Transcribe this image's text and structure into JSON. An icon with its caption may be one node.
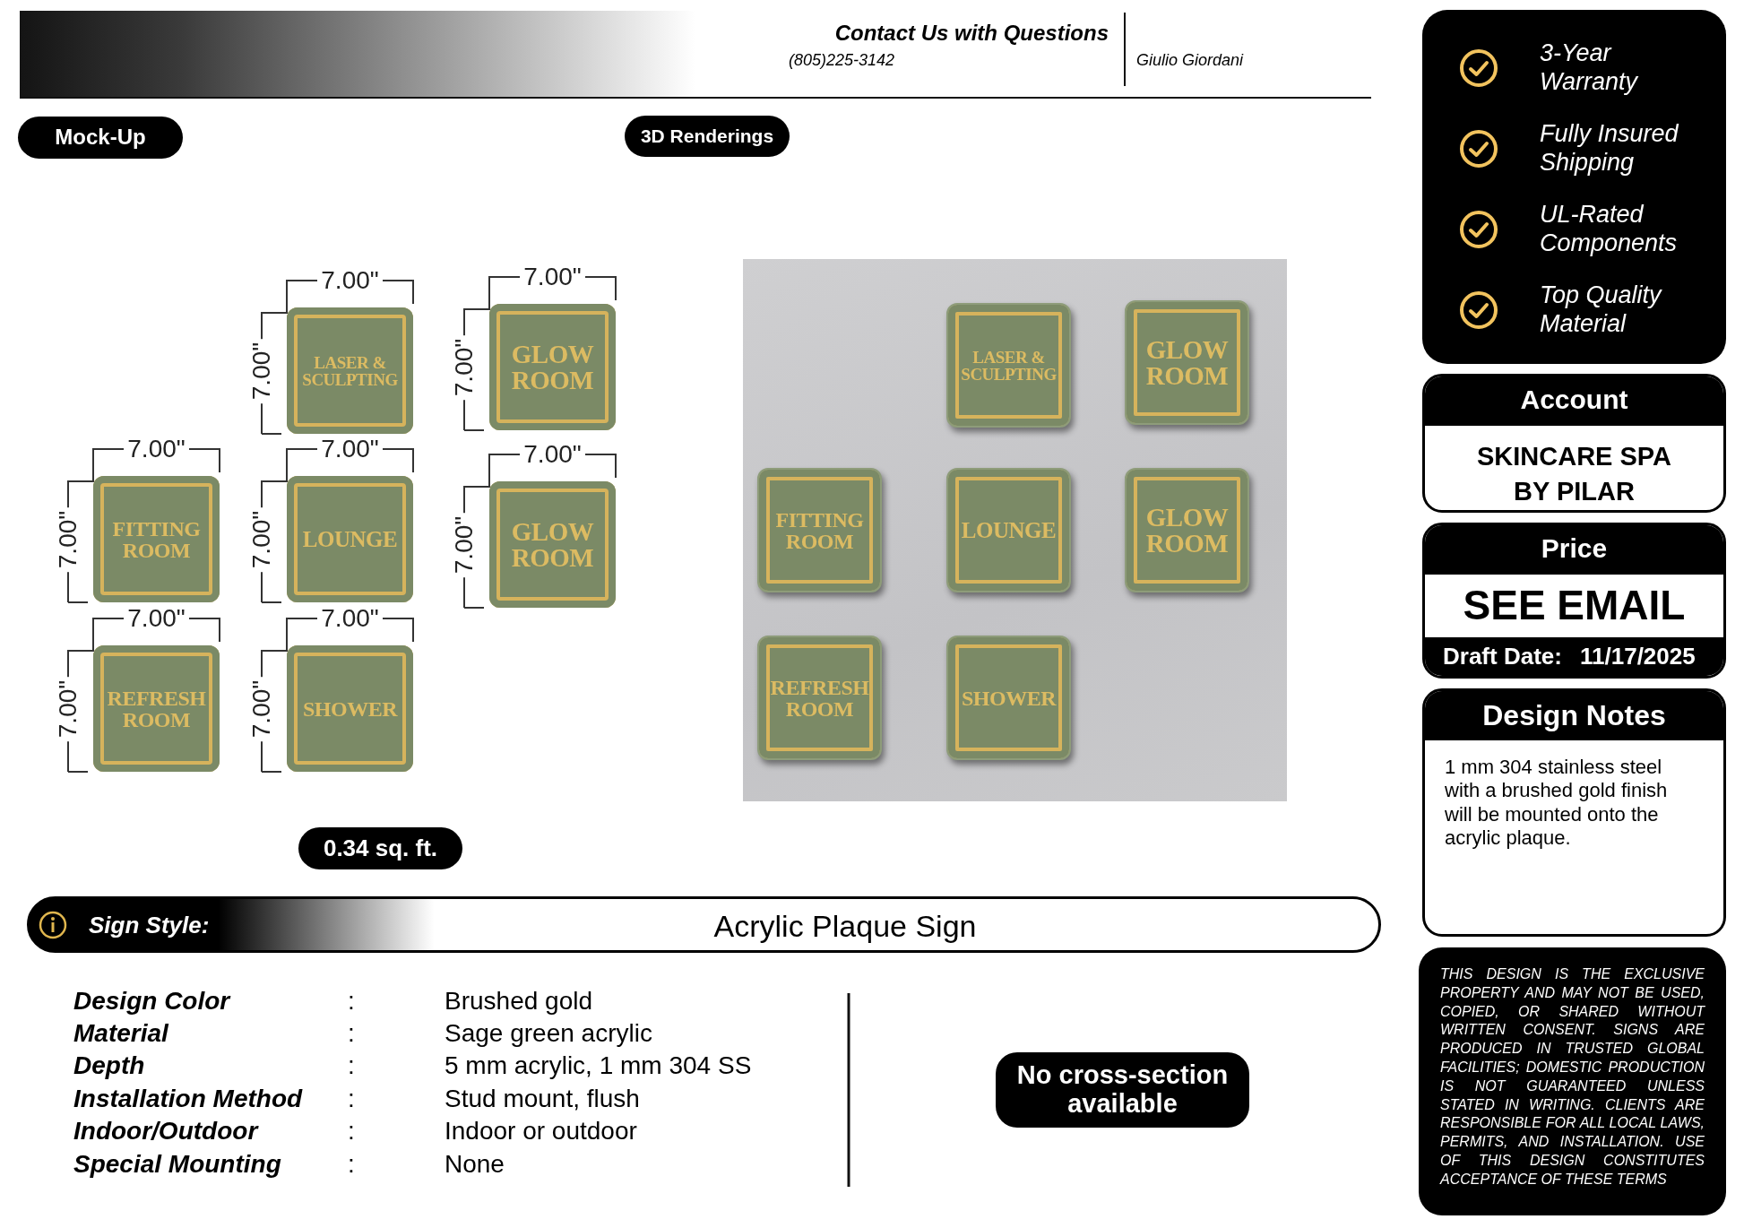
{
  "diagram": {
    "nodes": [
      {
        "text": [
          "Mock-Up"
        ]
      },
      {
        "text": [
          "3D Renderings"
        ]
      },
      {
        "text": [
          "LASER & SCULPTING"
        ],
        "beside": [
          "7.00\"",
          "7.00\""
        ]
      },
      {
        "text": [
          "GLOW ROOM"
        ],
        "beside": [
          "7.00\"",
          "7.00\""
        ]
      },
      {
        "text": [
          "FITTING ROOM"
        ],
        "beside": [
          "7.00\"",
          "7.00\""
        ]
      },
      {
        "text": [
          "LOUNGE"
        ],
        "beside": [
          "7.00\"",
          "7.00\""
        ]
      },
      {
        "text": [
          "GLOW ROOM"
        ],
        "beside": [
          "7.00\"",
          "7.00\""
        ]
      },
      {
        "text": [
          "REFRESH ROOM"
        ],
        "beside": [
          "7.00\"",
          "7.00\""
        ]
      },
      {
        "text": [
          "SHOWER"
        ],
        "beside": [
          "7.00\"",
          "7.00\""
        ]
      },
      {
        "text": [],
        "shape": "picture"
      },
      {
        "text": [
          "LASER & SCULPTING"
        ],
        "in": 9
      },
      {
        "text": [
          "GLOW ROOM"
        ],
        "in": 9
      },
      {
        "text": [
          "FITTING ROOM"
        ],
        "in": 9
      },
      {
        "text": [
          "LOUNGE"
        ],
        "in": 9
      },
      {
        "text": [
          "GLOW ROOM"
        ],
        "in": 9
      },
      {
        "text": [
          "REFRESH ROOM"
        ],
        "in": 9
      },
      {
        "text": [
          "SHOWER"
        ],
        "in": 9
      },
      {
        "text": [
          "0.34 sq. ft."
        ]
      },
      {
        "text": [
          "Sign Style:",
          "Acrylic Plaque Sign"
        ]
      },
      {
        "text": [
          "No cross-section available"
        ]
      },
      {
        "text": [
          "3-Year Warranty",
          "Fully Insured Shipping",
          "UL-Rated Components",
          "Top Quality Material"
        ]
      },
      {
        "text": [
          "Account",
          "SKINCARE SPA BY PILAR"
        ]
      },
      {
        "text": [
          "Price",
          "SEE EMAIL",
          "Draft Date:",
          "11/17/2025"
        ]
      },
      {
        "text": [
          "Design Notes",
          "1 mm 304 stainless steel with a brushed gold finish will be mounted onto the acrylic plaque."
        ]
      },
      {
        "text": [
          "THIS DESIGN IS THE EXCLUSIVE PROPERTY AND MAY NOT BE USED, COPIED, OR SHARED WITHOUT WRITTEN CONSENT. SIGNS ARE PRODUCED IN TRUSTED GLOBAL FACILITIES; DOMESTIC PRODUCTION IS NOT GUARANTEED UNLESS STATED IN WRITING. CLIENTS ARE RESPONSIBLE FOR ALL LOCAL LAWS, PERMITS, AND INSTALLATION. USE OF THIS DESIGN CONSTITUTES ACCEPTANCE OF THESE TERMS"
        ]
      }
    ],
    "labels": [
      "Contact Us with Questions",
      "(805)225-3142",
      "Giulio Giordani",
      "Design Color",
      ":",
      "Brushed gold",
      "Material",
      ":",
      "Sage green acrylic",
      "Depth",
      ":",
      "5 mm acrylic, 1 mm 304 SS",
      "Installation Method",
      ":",
      "Stud mount, flush",
      "Indoor/Outdoor",
      ":",
      "Indoor or outdoor",
      "Special Mounting",
      ":",
      "None"
    ]
  }
}
